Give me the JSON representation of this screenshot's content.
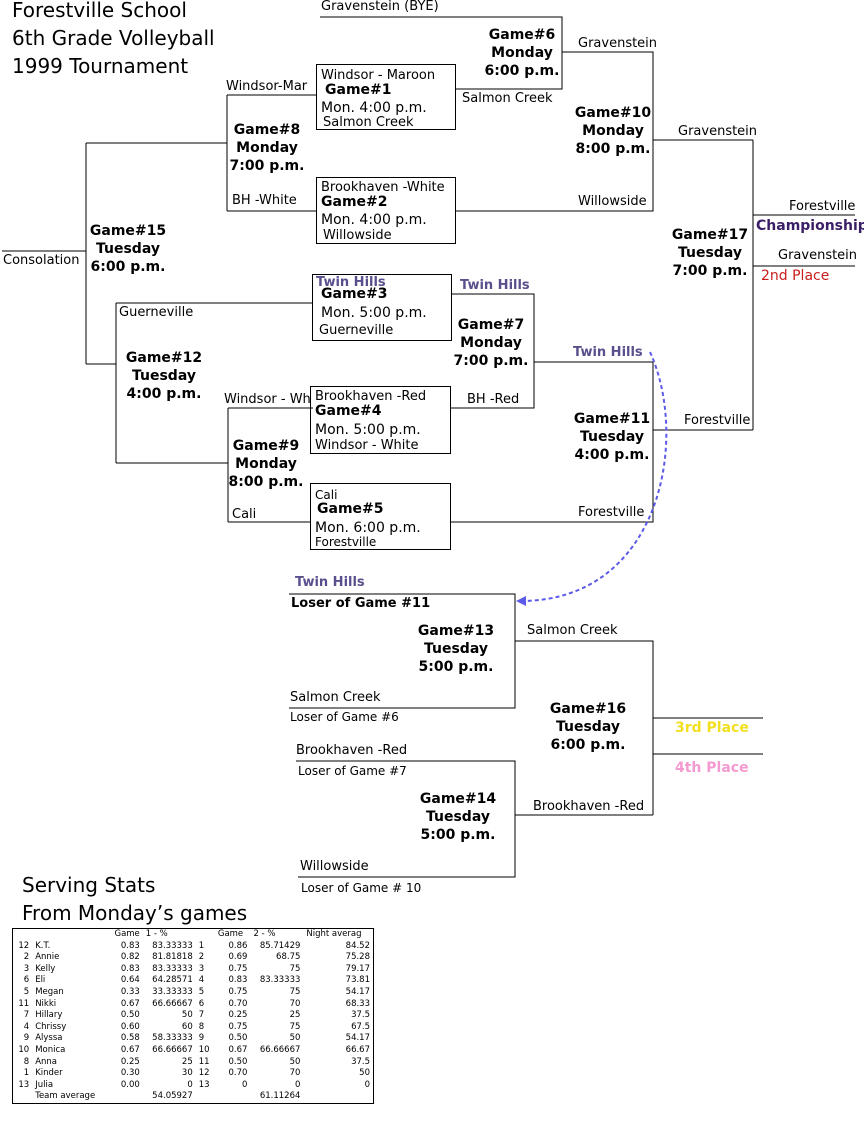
{
  "title": [
    "Forestville School",
    "6th Grade Volleyball",
    "1999 Tournament"
  ],
  "labels": {
    "gravenstein_bye": "Gravenstein  (BYE)",
    "gravenstein_g6": "Gravenstein",
    "salmon_creek_g6": "Salmon Creek",
    "windsor_mar": "Windsor-Mar",
    "bh_white": "BH -White",
    "gravenstein_g10": "Gravenstein",
    "willowside_g10": "Willowside",
    "forestville_final": "Forestville",
    "gravenstein_final": "Gravenstein",
    "championship": "Championship",
    "second_place": "2nd Place",
    "consolation": "Consolation",
    "guerneville": "Guerneville",
    "twin_hills_g7": "Twin Hills",
    "windsor_wh": "Windsor - Wh",
    "bh_red": "BH -Red",
    "twin_hills_g11": "Twin Hills",
    "forestville_g11": "Forestville",
    "forestville_g5": "Forestville",
    "cali": "Cali",
    "twin_hills_loser": "Twin Hills",
    "loser_g11": "Loser of Game #11",
    "salmon_creek_g13": "Salmon Creek",
    "salmon_creek_g13b": "Salmon Creek",
    "loser_g6": "Loser of Game #6",
    "third_place": "3rd Place",
    "fourth_place": "4th Place",
    "brookhaven_red_g14": "Brookhaven -Red",
    "loser_g7": "Loser of Game #7",
    "brookhaven_red_g16": "Brookhaven -Red",
    "willowside_g14": "Willowside",
    "loser_g10": "Loser of Game # 10"
  },
  "games": {
    "g1": {
      "top": "Windsor - Maroon",
      "name": "Game#1",
      "time": "Mon. 4:00 p.m.",
      "bottom": "Salmon Creek"
    },
    "g2": {
      "top": "Brookhaven -White",
      "name": "Game#2",
      "time": "Mon. 4:00 p.m.",
      "bottom": "Willowside"
    },
    "g3": {
      "top": "Twin Hills",
      "name": "Game#3",
      "time": "Mon. 5:00 p.m.",
      "bottom": "Guerneville"
    },
    "g4": {
      "top": "Brookhaven -Red",
      "name": "Game#4",
      "time": "Mon. 5:00 p.m.",
      "bottom": "Windsor - White"
    },
    "g5": {
      "top": "Cali",
      "name": "Game#5",
      "time": "Mon. 6:00 p.m.",
      "bottom": "Forestville"
    },
    "g6": {
      "name": "Game#6",
      "day": "Monday",
      "time": "6:00 p.m."
    },
    "g7": {
      "name": "Game#7",
      "day": "Monday",
      "time": "7:00 p.m."
    },
    "g8": {
      "name": "Game#8",
      "day": "Monday",
      "time": "7:00 p.m."
    },
    "g9": {
      "name": "Game#9",
      "day": "Monday",
      "time": "8:00 p.m."
    },
    "g10": {
      "name": "Game#10",
      "day": "Monday",
      "time": "8:00 p.m."
    },
    "g11": {
      "name": "Game#11",
      "day": "Tuesday",
      "time": "4:00 p.m."
    },
    "g12": {
      "name": "Game#12",
      "day": "Tuesday",
      "time": "4:00 p.m."
    },
    "g13": {
      "name": "Game#13",
      "day": "Tuesday",
      "time": "5:00 p.m."
    },
    "g14": {
      "name": "Game#14",
      "day": "Tuesday",
      "time": "5:00 p.m."
    },
    "g15": {
      "name": "Game#15",
      "day": "Tuesday",
      "time": "6:00 p.m."
    },
    "g16": {
      "name": "Game#16",
      "day": "Tuesday",
      "time": "6:00 p.m."
    },
    "g17": {
      "name": "Game#17",
      "day": "Tuesday",
      "time": "7:00 p.m."
    }
  },
  "stats": {
    "title": [
      "Serving Stats",
      "From Monday’s games"
    ],
    "headers": [
      "",
      "Game",
      "1 - %",
      "",
      "Game",
      "2 - %",
      "Night averag"
    ],
    "rows": [
      [
        "12",
        "K.T.",
        "0.83",
        "83.33333",
        "1",
        "0.86",
        "85.71429",
        "84.52"
      ],
      [
        "2",
        "Annie",
        "0.82",
        "81.81818",
        "2",
        "0.69",
        "68.75",
        "75.28"
      ],
      [
        "3",
        "Kelly",
        "0.83",
        "83.33333",
        "3",
        "0.75",
        "75",
        "79.17"
      ],
      [
        "6",
        "Eli",
        "0.64",
        "64.28571",
        "4",
        "0.83",
        "83.33333",
        "73.81"
      ],
      [
        "5",
        "Megan",
        "0.33",
        "33.33333",
        "5",
        "0.75",
        "75",
        "54.17"
      ],
      [
        "11",
        "Nikki",
        "0.67",
        "66.66667",
        "6",
        "0.70",
        "70",
        "68.33"
      ],
      [
        "7",
        "Hillary",
        "0.50",
        "50",
        "7",
        "0.25",
        "25",
        "37.5"
      ],
      [
        "4",
        "Chrissy",
        "0.60",
        "60",
        "8",
        "0.75",
        "75",
        "67.5"
      ],
      [
        "9",
        "Alyssa",
        "0.58",
        "58.33333",
        "9",
        "0.50",
        "50",
        "54.17"
      ],
      [
        "10",
        "Monica",
        "0.67",
        "66.66667",
        "10",
        "0.67",
        "66.66667",
        "66.67"
      ],
      [
        "8",
        "Anna",
        "0.25",
        "25",
        "11",
        "0.50",
        "50",
        "37.5"
      ],
      [
        "1",
        "Kinder",
        "0.30",
        "30",
        "12",
        "0.70",
        "70",
        "50"
      ],
      [
        "13",
        "Julia",
        "0.00",
        "0",
        "13",
        "0",
        "0",
        "0"
      ]
    ],
    "team_label": "Team average",
    "team_avg1": "54.05927",
    "team_avg2": "61.11264"
  },
  "colors": {
    "purple_label": "#5a4f8c",
    "championship": "#3b1f66",
    "second": "#c81e1e",
    "third": "#f2e020",
    "fourth": "#f49ad0",
    "arrow": "#5b5be8"
  }
}
